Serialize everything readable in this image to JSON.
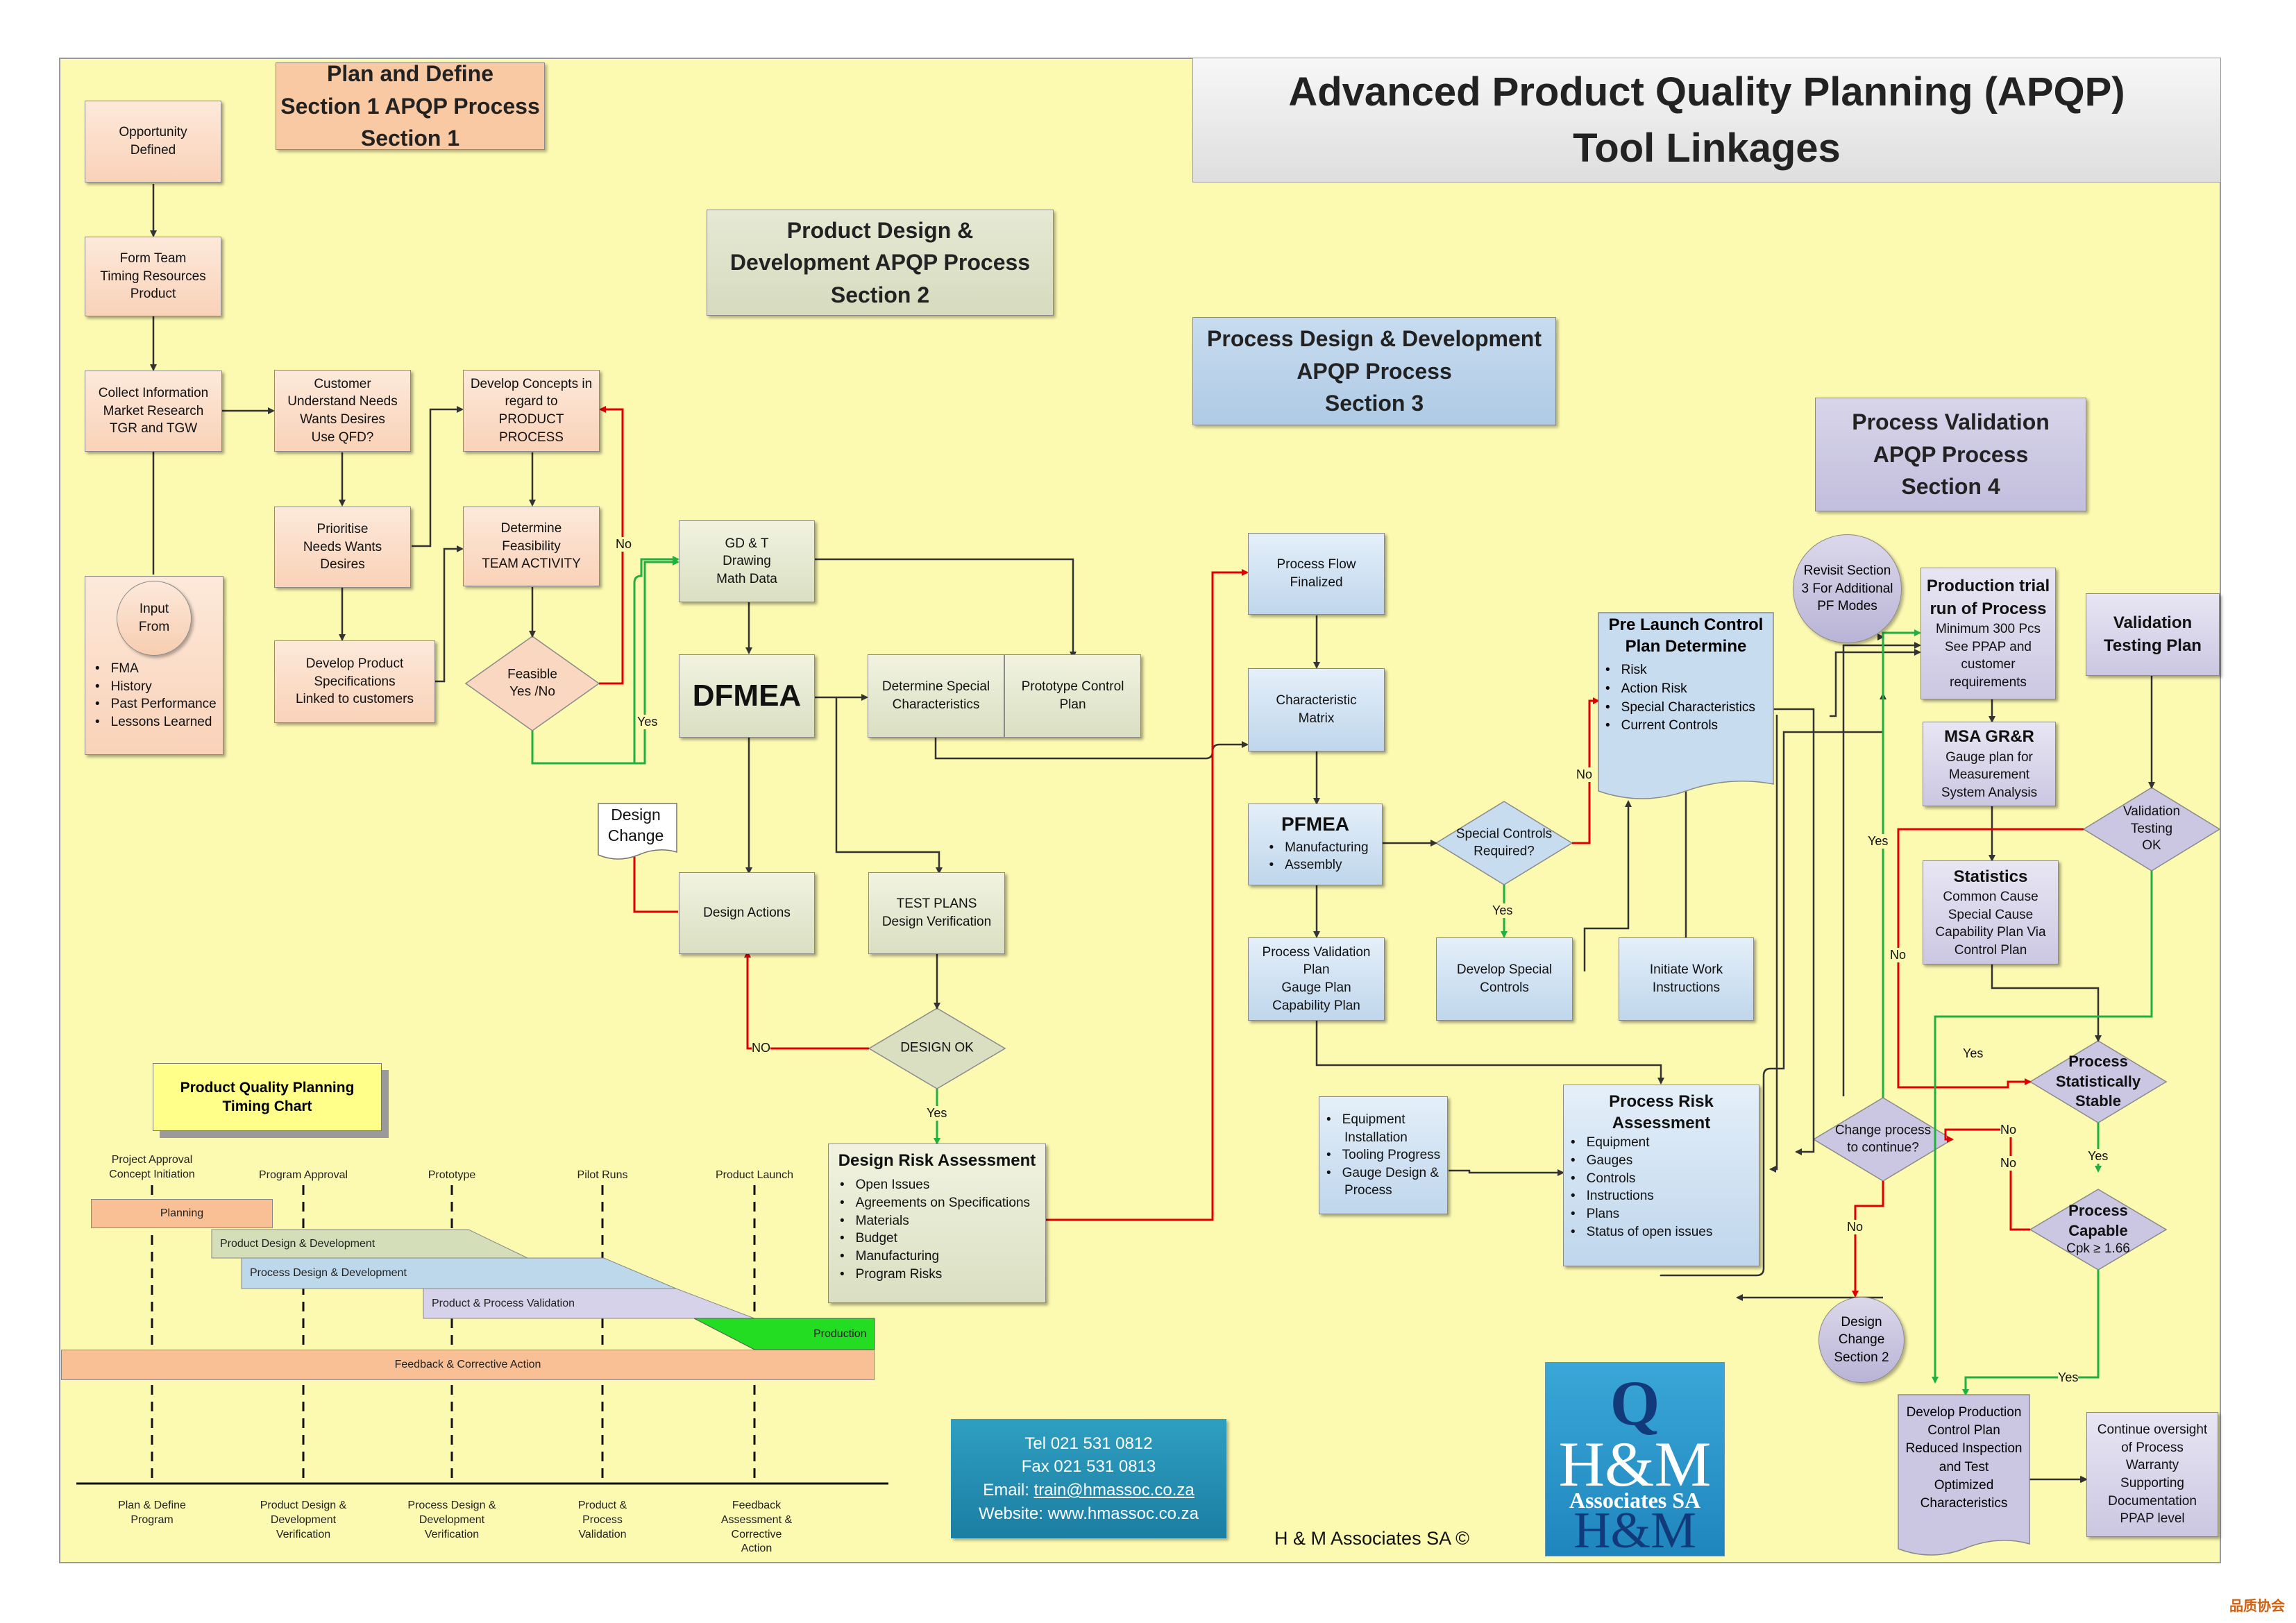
{
  "title": {
    "line1": "Advanced Product Quality Planning (APQP)",
    "line2": "Tool Linkages"
  },
  "sections": {
    "s1": [
      "Plan and Define",
      "Section 1 APQP Process",
      "Section 1"
    ],
    "s2": [
      "Product Design &",
      "Development APQP Process",
      "Section 2"
    ],
    "s3": [
      "Process Design & Development",
      "APQP Process",
      "Section 3"
    ],
    "s4": [
      "Process Validation",
      "APQP Process",
      "Section 4"
    ]
  },
  "nodes": {
    "opportunity": [
      "Opportunity",
      "Defined"
    ],
    "form_team": [
      "Form Team",
      "Timing Resources",
      "Product"
    ],
    "collect_info": [
      "Collect Information",
      "Market Research",
      "TGR and TGW"
    ],
    "input_from": [
      "Input",
      "From"
    ],
    "input_items": [
      "FMA",
      "History",
      "Past Performance",
      "Lessons Learned"
    ],
    "customer": [
      "Customer",
      "Understand Needs",
      "Wants Desires",
      "Use QFD?"
    ],
    "prioritise": [
      "Prioritise",
      "Needs Wants",
      "Desires"
    ],
    "develop_spec": [
      "Develop Product",
      "Specifications",
      "Linked to customers"
    ],
    "develop_concepts": [
      "Develop Concepts in",
      "regard to",
      "PRODUCT",
      "PROCESS"
    ],
    "feasibility": [
      "Determine",
      "Feasibility",
      "TEAM ACTIVITY"
    ],
    "feasible": [
      "Feasible",
      "Yes /No"
    ],
    "gdt": [
      "GD & T",
      "Drawing",
      "Math Data"
    ],
    "dfmea": "DFMEA",
    "special_char": [
      "Determine Special",
      "Characteristics"
    ],
    "prototype": [
      "Prototype Control",
      "Plan"
    ],
    "design_change": [
      "Design",
      "Change"
    ],
    "design_actions": "Design Actions",
    "test_plans": [
      "TEST PLANS",
      "Design Verification"
    ],
    "design_ok": "DESIGN OK",
    "design_risk_title": "Design Risk Assessment",
    "design_risk_items": [
      "Open Issues",
      "Agreements on Specifications",
      "Materials",
      "Budget",
      "Manufacturing",
      "Program Risks"
    ],
    "process_flow": [
      "Process Flow",
      "Finalized"
    ],
    "char_matrix": [
      "Characteristic",
      "Matrix"
    ],
    "pfmea": "PFMEA",
    "pfmea_items": [
      "Manufacturing",
      "Assembly"
    ],
    "special_controls": [
      "Special Controls",
      "Required?"
    ],
    "pv_plan": [
      "Process Validation",
      "Plan",
      "Gauge Plan",
      "Capability Plan"
    ],
    "develop_special": [
      "Develop Special",
      "Controls"
    ],
    "prelaunch_title": [
      "Pre Launch Control",
      "Plan Determine"
    ],
    "prelaunch_items": [
      "Risk",
      "Action Risk",
      "Special Characteristics",
      "Current Controls"
    ],
    "work_instr": [
      "Initiate Work",
      "Instructions"
    ],
    "equipment_items": [
      "Equipment Installation",
      "Tooling Progress",
      "Gauge Design & Process"
    ],
    "risk_assess_title": [
      "Process Risk",
      "Assessment"
    ],
    "risk_assess_items": [
      "Equipment",
      "Gauges",
      "Controls",
      "Instructions",
      "Plans",
      "Status of open issues"
    ],
    "revisit": [
      "Revisit Section",
      "3 For Additional",
      "PF Modes"
    ],
    "prod_trial_title": [
      "Production trial",
      "run of Process"
    ],
    "prod_trial_body": [
      "Minimum 300 Pcs",
      "See PPAP and",
      "customer",
      "requirements"
    ],
    "msa_title": "MSA GR&R",
    "msa_body": [
      "Gauge plan for",
      "Measurement",
      "System Analysis"
    ],
    "statistics_title": "Statistics",
    "statistics_body": [
      "Common Cause",
      "Special Cause",
      "Capability Plan Via",
      "Control Plan"
    ],
    "validation_plan": [
      "Validation",
      "Testing Plan"
    ],
    "validation_ok": [
      "Validation",
      "Testing",
      "OK"
    ],
    "stat_stable": [
      "Process",
      "Statistically",
      "Stable"
    ],
    "capable": [
      "Process",
      "Capable"
    ],
    "capable_sub": "Cpk ≥ 1.66",
    "change_process": [
      "Change process",
      "to continue?"
    ],
    "design_change2": [
      "Design",
      "Change",
      "Section 2"
    ],
    "dev_prod_cp": [
      "Develop Production",
      "Control Plan",
      "Reduced Inspection",
      "and Test",
      "Optimized",
      "Characteristics"
    ],
    "continue_oversight": [
      "Continue oversight",
      "of Process",
      "Warranty",
      "Supporting",
      "Documentation",
      "PPAP level"
    ]
  },
  "labels": {
    "no": "No",
    "yes": "Yes",
    "NO": "NO"
  },
  "timing": {
    "title": [
      "Product Quality Planning",
      "Timing Chart"
    ],
    "milestones": [
      [
        "Project Approval",
        "Concept Initiation"
      ],
      [
        "Program Approval"
      ],
      [
        "Prototype"
      ],
      [
        "Pilot Runs"
      ],
      [
        "Product Launch"
      ]
    ],
    "bars": [
      "Planning",
      "Product Design & Development",
      "Process Design & Development",
      "Product & Process Validation",
      "Production",
      "Feedback & Corrective Action"
    ],
    "phases": [
      [
        "Plan & Define",
        "Program"
      ],
      [
        "Product Design &",
        "Development",
        "Verification"
      ],
      [
        "Process Design &",
        "Development",
        "Verification"
      ],
      [
        "Product &",
        "Process",
        "Validation"
      ],
      [
        "Feedback",
        "Assessment &",
        "Corrective",
        "Action"
      ]
    ]
  },
  "contact": {
    "tel": "Tel 021 531 0812",
    "fax": "Fax 021 531 0813",
    "email_label": "Email: ",
    "email": "train@hmassoc.co.za",
    "website": "Website: www.hmassoc.co.za"
  },
  "logo": {
    "q": "Q",
    "hm": "H&M",
    "assoc": "Associates SA",
    "hm2": "H&M"
  },
  "copyright": "H & M  Associates SA ©",
  "watermark": "品质协会",
  "colors": {
    "background": "#fcf9b1",
    "no_arrow": "#e00000",
    "yes_arrow": "#20b040",
    "arrow": "#333333"
  }
}
